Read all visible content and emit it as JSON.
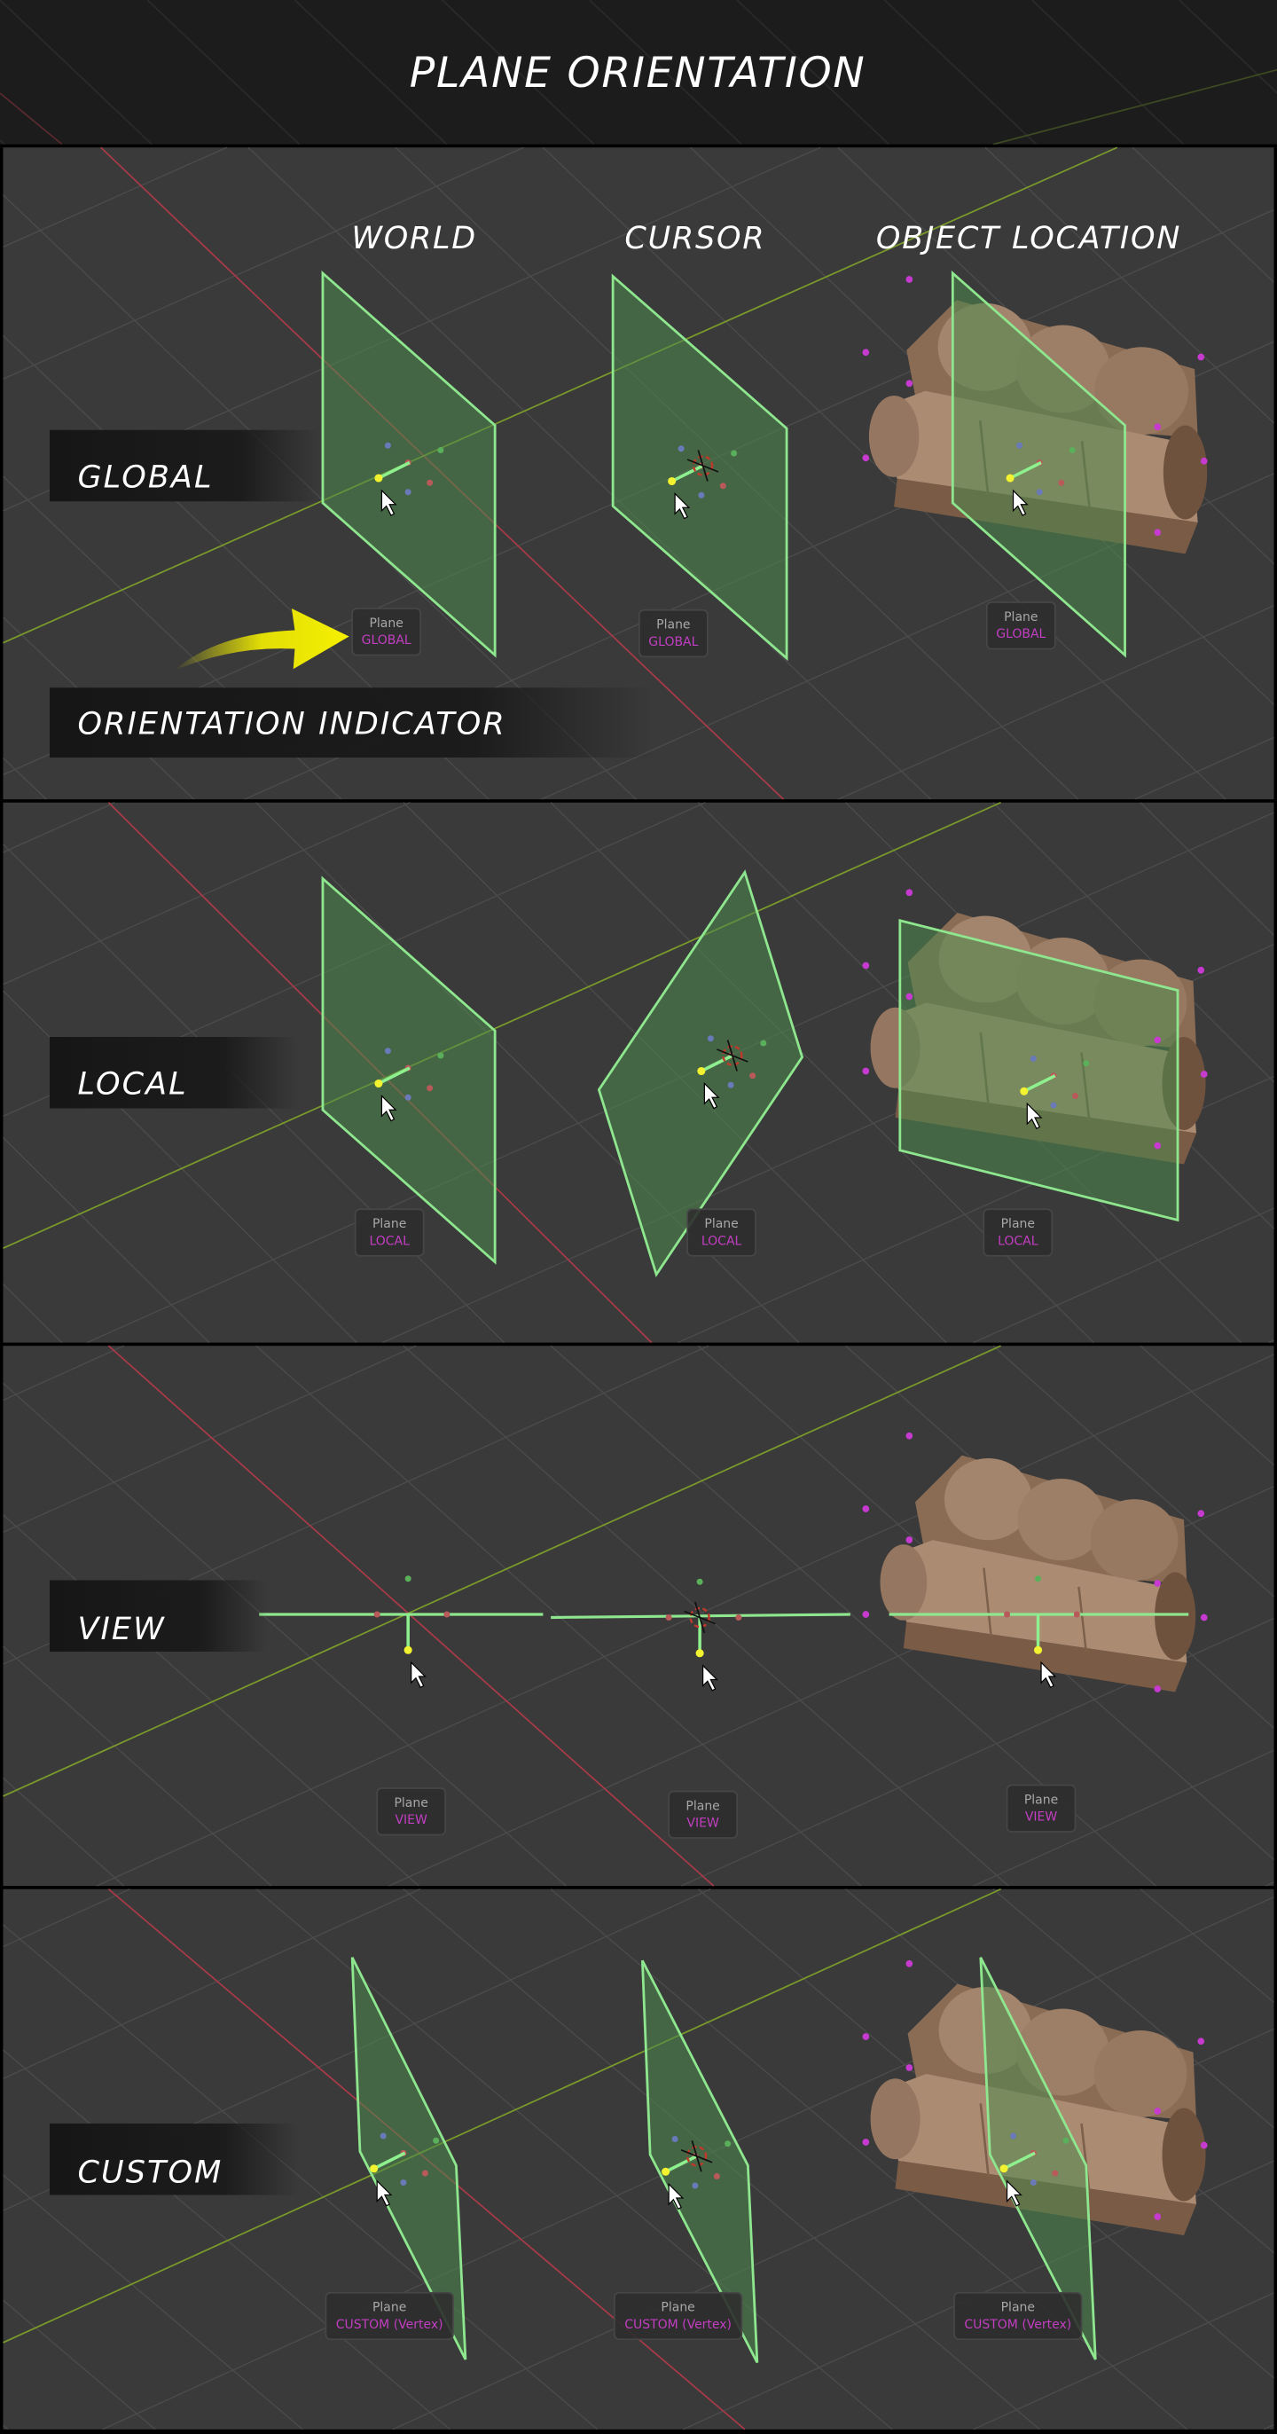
{
  "title": "PLANE ORIENTATION",
  "columns": [
    "WORLD",
    "CURSOR",
    "OBJECT LOCATION"
  ],
  "orientation_indicator_label": "ORIENTATION INDICATOR",
  "indicator_title": "Plane",
  "rows": [
    {
      "label": "GLOBAL",
      "indicators": [
        "GLOBAL",
        "GLOBAL",
        "GLOBAL"
      ]
    },
    {
      "label": "LOCAL",
      "indicators": [
        "LOCAL",
        "LOCAL",
        "LOCAL"
      ]
    },
    {
      "label": "VIEW",
      "indicators": [
        "VIEW",
        "VIEW",
        "VIEW"
      ]
    },
    {
      "label": "CUSTOM",
      "indicators": [
        "CUSTOM (Vertex)",
        "CUSTOM (Vertex)",
        "CUSTOM (Vertex)"
      ]
    }
  ],
  "colors": {
    "viewport_bg": "#3a3a3a",
    "banner_bg": "#1c1c1c",
    "plane_fill": "#4f8a4f",
    "plane_edge": "#8ee68e",
    "x_axis": "#b33a48",
    "y_axis": "#7a9a2a",
    "indicator_value": "#c23ec2",
    "arrow": "#f5f000"
  }
}
